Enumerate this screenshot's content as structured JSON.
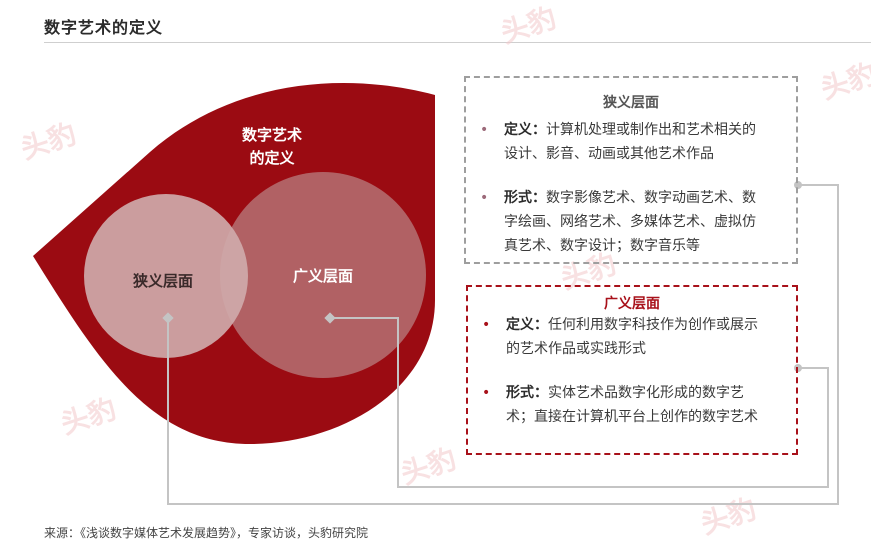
{
  "header": {
    "title": "数字艺术的定义"
  },
  "diagram": {
    "center_label_line1": "数字艺术",
    "center_label_line2": "的定义",
    "narrow_circle_label": "狭义层面",
    "broad_circle_label": "广义层面",
    "colors": {
      "shape": "#9b0b12",
      "broad_circle": "#b46a6e",
      "narrow_circle": "#cfaaaa",
      "broad_accent": "#a8111a"
    }
  },
  "narrow_box": {
    "heading": "狭义层面",
    "items": [
      {
        "label": "定义：",
        "text": "计算机处理或制作出和艺术相关的设计、影音、动画或其他艺术作品"
      },
      {
        "label": "形式：",
        "text": "数字影像艺术、数字动画艺术、数字绘画、网络艺术、多媒体艺术、虚拟仿真艺术、数字设计；数字音乐等"
      }
    ]
  },
  "broad_box": {
    "heading": "广义层面",
    "items": [
      {
        "label": "定义：",
        "text": "任何利用数字科技作为创作或展示的艺术作品或实践形式"
      },
      {
        "label": "形式：",
        "text": "实体艺术品数字化形成的数字艺术；直接在计算机平台上创作的数字艺术"
      }
    ]
  },
  "footer": {
    "source": "来源：《浅谈数字媒体艺术发展趋势》，专家访谈，头豹研究院"
  },
  "watermark": {
    "text": "头豹"
  }
}
